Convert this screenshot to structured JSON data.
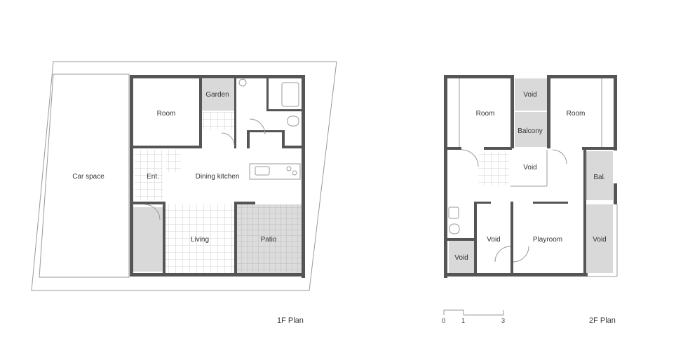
{
  "floor1": {
    "title": "1F Plan",
    "rooms": {
      "car_space": "Car space",
      "room": "Room",
      "garden": "Garden",
      "entrance": "Ent.",
      "dining_kitchen": "Dining kitchen",
      "living": "Living",
      "patio": "Patio"
    }
  },
  "floor2": {
    "title": "2F Plan",
    "rooms": {
      "room_left": "Room",
      "void_top": "Void",
      "room_right": "Room",
      "balcony": "Balcony",
      "void_stair": "Void",
      "bal": "Bal.",
      "void_small": "Void",
      "void_center": "Void",
      "playroom": "Playroom",
      "void_right": "Void"
    }
  },
  "scale_bar": {
    "labels": [
      "0",
      "1",
      "3"
    ]
  }
}
